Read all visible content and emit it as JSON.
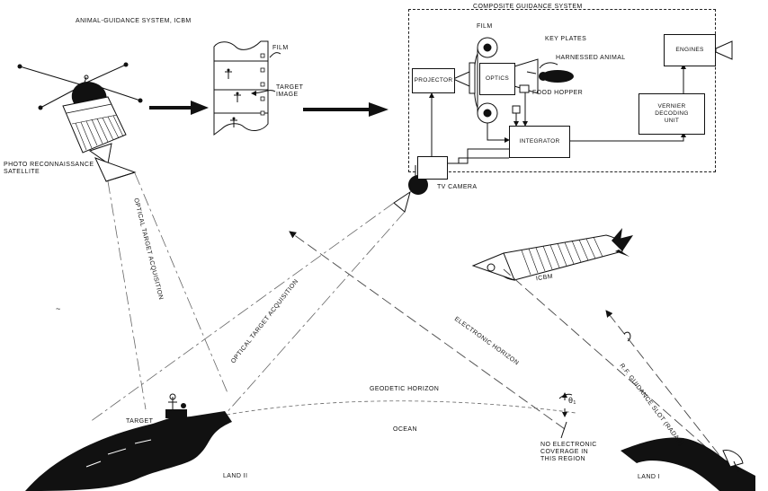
{
  "titles": {
    "left": "ANIMAL-GUIDANCE SYSTEM, ICBM",
    "composite": "COMPOSITE GUIDANCE SYSTEM"
  },
  "labels": {
    "satellite": [
      "PHOTO RECONNAISSANCE",
      "SATELLITE"
    ],
    "film_strip": "FILM",
    "target_image": [
      "TARGET",
      "IMAGE"
    ],
    "film": "FILM",
    "key_plates": "KEY PLATES",
    "harnessed_animal": "HARNESSED ANIMAL",
    "food_hopper": "FOOD HOPPER",
    "tv_camera": "TV CAMERA",
    "icbm": "ICBM",
    "optical_1": "OPTICAL TARGET ACQUISITION",
    "optical_2": "OPTICAL TARGET ACQUISITION",
    "electronic_horizon": "ELECTRONIC HORIZON",
    "rf_slot": "R.F. GUIDANCE SLOT (RADAR)",
    "geodetic": "GEODETIC HORIZON",
    "ocean": "OCEAN",
    "theta": "θ₁",
    "no_coverage": [
      "NO ELECTRONIC",
      "COVERAGE IN",
      "THIS REGION"
    ],
    "target": "TARGET",
    "land2": "LAND II",
    "land1": "LAND I",
    "stray": "~"
  },
  "blocks": {
    "projector": "PROJECTOR",
    "optics": "OPTICS",
    "integrator": "INTEGRATOR",
    "engines": "ENGINES",
    "vernier": [
      "VERNIER",
      "DECODING",
      "UNIT"
    ]
  }
}
